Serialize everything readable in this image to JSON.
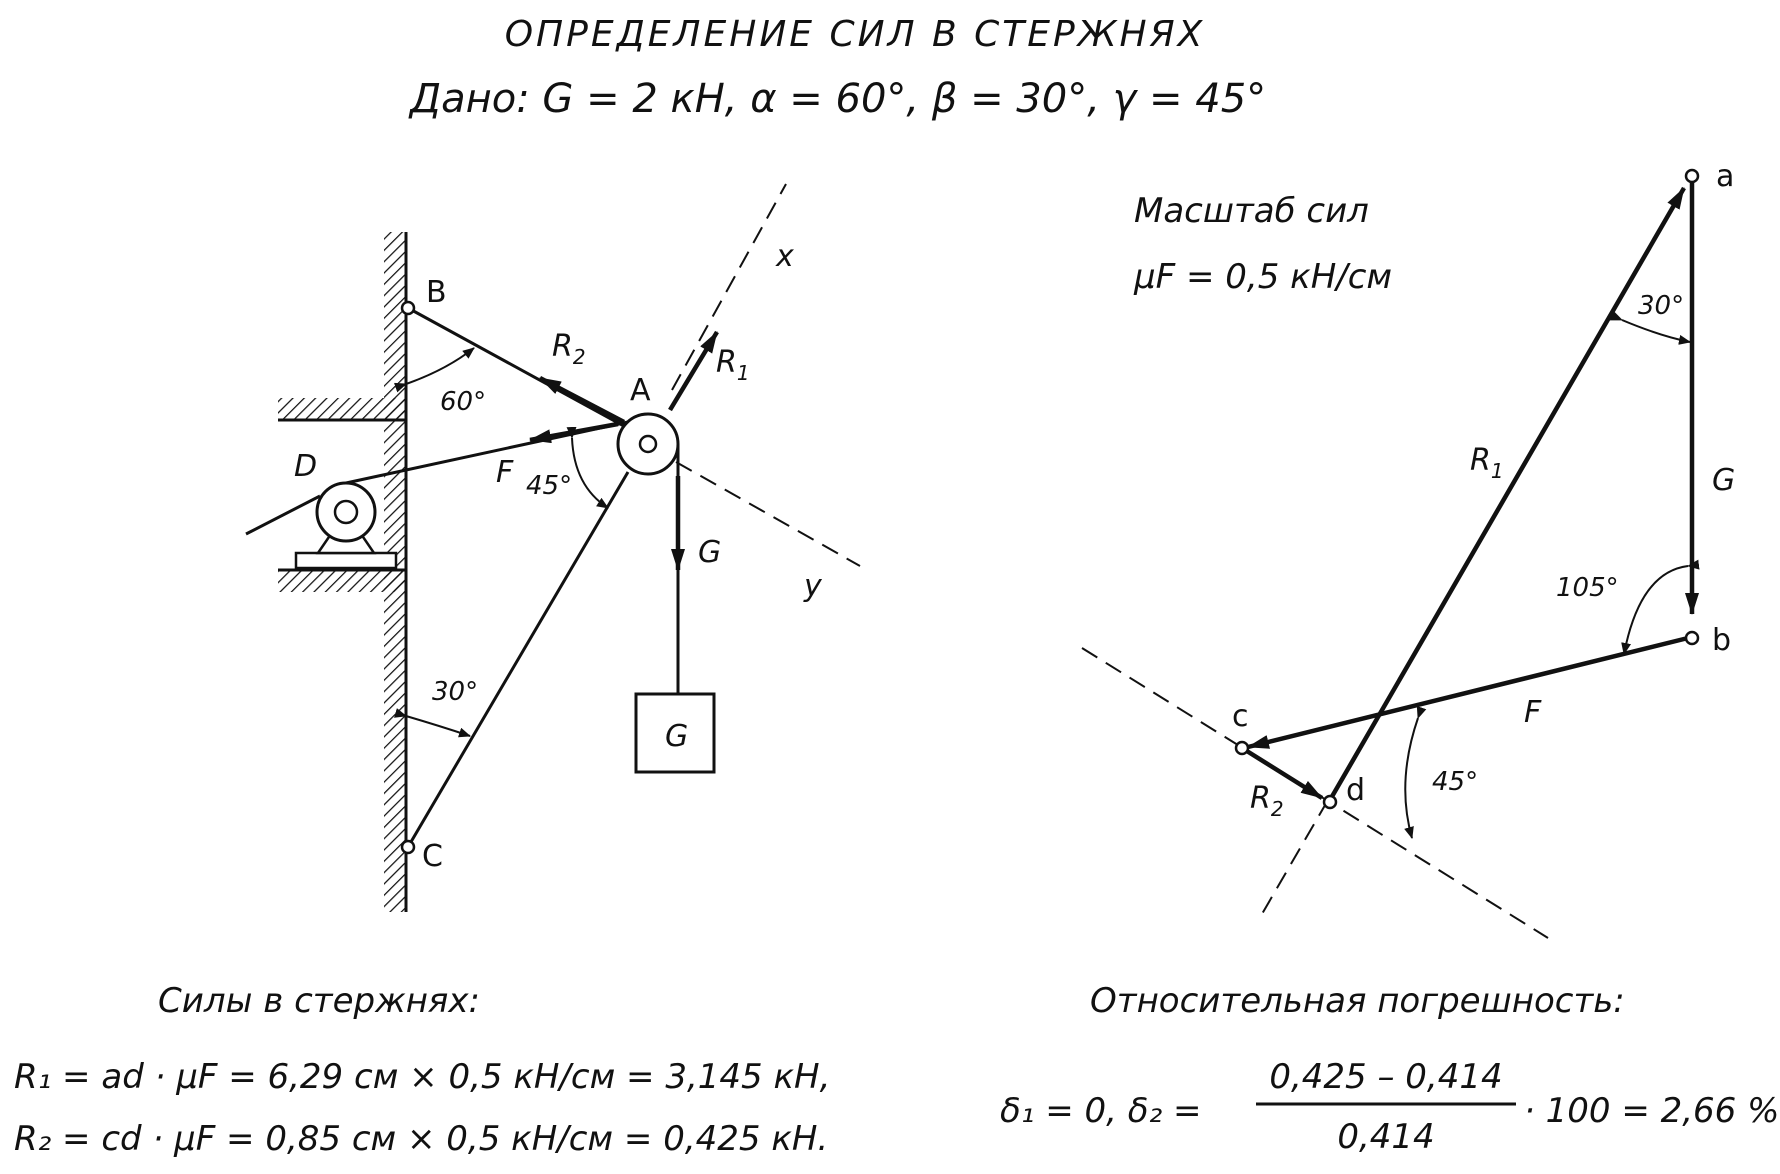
{
  "title": "ОПРЕДЕЛЕНИЕ СИЛ В СТЕРЖНЯХ",
  "given": "Дано:  G = 2 кН,  α = 60°,  β = 30°,  γ = 45°",
  "left": {
    "point_B": "B",
    "point_A": "A",
    "point_C": "C",
    "point_D": "D",
    "angle_60": "60°",
    "angle_45": "45°",
    "angle_30": "30°",
    "R2": "R",
    "R2_sub": "2",
    "R1": "R",
    "R1_sub": "1",
    "F": "F",
    "G_arrow": "G",
    "G_box": "G",
    "axis_x": "x",
    "axis_y": "y"
  },
  "scale": {
    "line1": "Масштаб сил",
    "line2": "μF = 0,5 кН/см"
  },
  "right": {
    "point_a": "a",
    "point_b": "b",
    "point_c": "c",
    "point_d": "d",
    "angle_30": "30°",
    "angle_105": "105°",
    "angle_45": "45°",
    "R1": "R",
    "R1_sub": "1",
    "R2": "R",
    "R2_sub": "2",
    "G": "G",
    "F": "F"
  },
  "forces": {
    "header": "Силы в стержнях:",
    "formula1": "R₁ = ad · μF = 6,29 см × 0,5 кН/см = 3,145 кН,",
    "formula2": "R₂ = cd · μF = 0,85 см × 0,5 кН/см = 0,425 кН."
  },
  "error": {
    "header": "Относительная погрешность:",
    "lhs": "δ₁ = 0,  δ₂ =",
    "numerator": "0,425 – 0,414",
    "denominator": "0,414",
    "rhs": "· 100 = 2,66 %"
  }
}
